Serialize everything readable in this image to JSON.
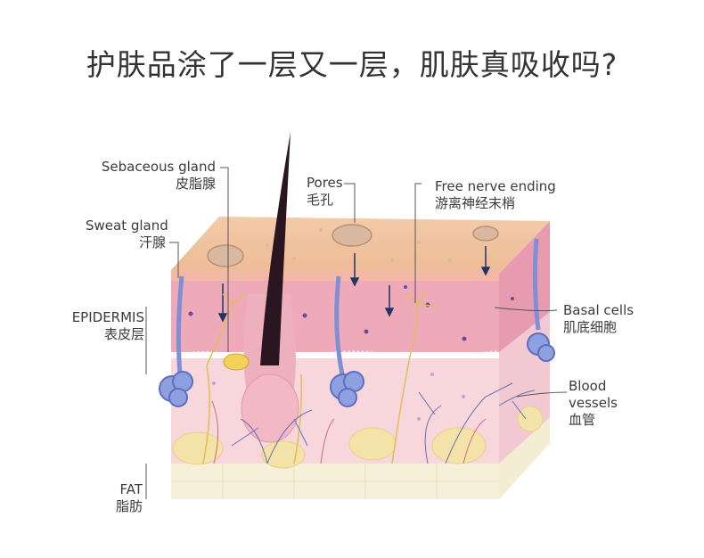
{
  "title": "护肤品涂了一层又一层，肌肤真吸收吗?",
  "labels": {
    "sebaceous_gland": {
      "en": "Sebaceous gland",
      "cn": "皮脂腺"
    },
    "sweat_gland": {
      "en": "Sweat gland",
      "cn": "汗腺"
    },
    "pores": {
      "en": "Pores",
      "cn": "毛孔"
    },
    "free_nerve_ending": {
      "en": "Free nerve ending",
      "cn": "游离神经末梢"
    },
    "epidermis": {
      "en": "EPIDERMIS",
      "cn": "表皮层"
    },
    "fat": {
      "en": "FAT",
      "cn": "脂肪"
    },
    "basal_cells": {
      "en": "Basal cells",
      "cn": "肌底细胞"
    },
    "blood_vessels": {
      "en1": "Blood",
      "en2": "vessels",
      "cn": "血管"
    }
  },
  "colors": {
    "surface_top": "#f2c49c",
    "epidermis": "#eeaab8",
    "dermis": "#f6d3da",
    "fat": "#f6f0d8",
    "side_face": "#e89aae",
    "hair": "#2a1620",
    "sweat_gland": "#7f8fd6",
    "nerve": "#e4c25a",
    "leader_line": "#555555"
  }
}
